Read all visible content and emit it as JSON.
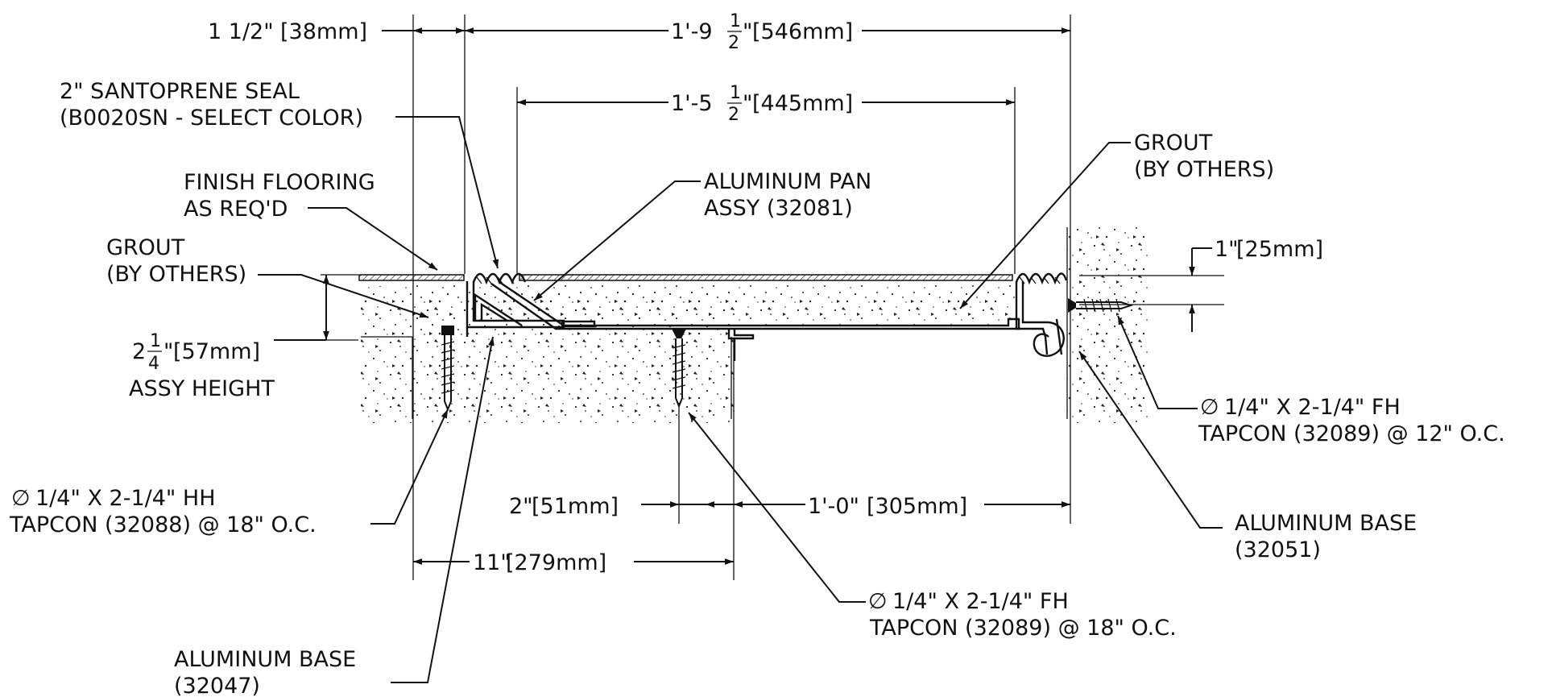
{
  "dimensions": {
    "seal_width": {
      "main": "1 1/2\"",
      "metric": "[38mm]"
    },
    "overall_width": {
      "prefix": "1'-9",
      "num": "1",
      "den": "2",
      "suffix": "\"",
      "metric": "[546mm]"
    },
    "pan_width": {
      "prefix": "1'-5",
      "num": "1",
      "den": "2",
      "suffix": "\"",
      "metric": "[445mm]"
    },
    "assy_height": {
      "prefix": "2",
      "num": "1",
      "den": "4",
      "suffix": "\"",
      "metric": "[57mm]",
      "caption": "ASSY HEIGHT"
    },
    "flooring_depth": {
      "main": "1\"",
      "metric": "[25mm]"
    },
    "anchor_offset": {
      "main": "2\"",
      "metric": "[51mm]"
    },
    "anchor_spacing": {
      "main": "1'-0\"",
      "metric": "[305mm]"
    },
    "base_width": {
      "main": "11\"",
      "metric": "[279mm]"
    }
  },
  "callouts": {
    "seal": [
      "2\" SANTOPRENE SEAL",
      "(B0020SN - SELECT COLOR)"
    ],
    "finish_flooring": [
      "FINISH FLOORING",
      "AS REQ'D"
    ],
    "pan": [
      "ALUMINUM PAN",
      "ASSY (32081)"
    ],
    "grout_right": [
      "GROUT",
      "(BY OTHERS)"
    ],
    "grout_left": [
      "GROUT",
      "(BY OTHERS)"
    ],
    "tapcon_wall": {
      "symbol": "∅",
      "lines": [
        "1/4\" X 2-1/4\" FH",
        "TAPCON (32089) @ 12\" O.C."
      ]
    },
    "tapcon_hh": {
      "symbol": "∅",
      "lines": [
        "1/4\" X 2-1/4\" HH",
        "TAPCON (32088) @ 18\" O.C."
      ]
    },
    "tapcon_fh": {
      "symbol": "∅",
      "lines": [
        "1/4\" X 2-1/4\" FH",
        "TAPCON (32089) @ 18\" O.C."
      ]
    },
    "base_right": [
      "ALUMINUM BASE",
      "(32051)"
    ],
    "base_left": [
      "ALUMINUM BASE",
      "(32047)"
    ]
  }
}
